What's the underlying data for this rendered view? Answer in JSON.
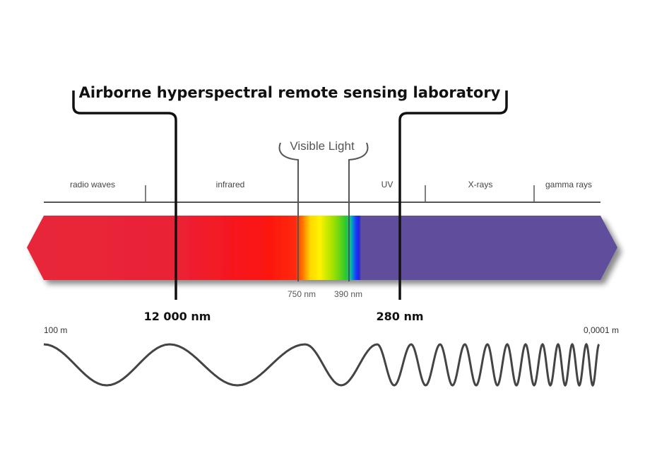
{
  "title": "Airborne hyperspectral remote sensing laboratory",
  "visible_light": "Visible Light",
  "regions": {
    "radio": "radio waves",
    "infrared": "infrared",
    "uv": "UV",
    "xrays": "X-rays",
    "gamma": "gamma rays"
  },
  "markers": {
    "nm750": "750 nm",
    "nm390": "390 nm",
    "nm12000": "12 000 nm",
    "nm280": "280 nm"
  },
  "wavelength_scale": {
    "left": "100 m",
    "right": "0,0001 m"
  },
  "colors": {
    "radio": "#e8283a",
    "infrared": "#ff1a10",
    "uv_band": "#614e9c",
    "line": "#555555",
    "bracket": "#111111"
  }
}
